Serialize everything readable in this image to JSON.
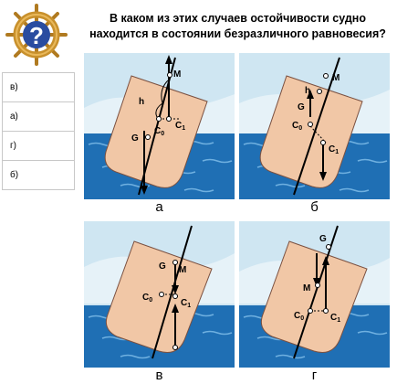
{
  "question": {
    "line1": "В каком из этих случаев остойчивости судно",
    "line2": "находится в состоянии безразличного равновесия?"
  },
  "answers": [
    {
      "label": "в)"
    },
    {
      "label": "а)"
    },
    {
      "label": "г)"
    },
    {
      "label": "б)"
    }
  ],
  "panels": [
    {
      "label": "а",
      "points": {
        "M": "M",
        "h": "h",
        "C0": "C",
        "C0_sub": "0",
        "C1": "C",
        "C1_sub": "1",
        "G": "G"
      }
    },
    {
      "label": "б",
      "points": {
        "M": "M",
        "h": "h",
        "C0": "C",
        "C0_sub": "0",
        "C1": "C",
        "C1_sub": "1",
        "G": "G"
      }
    },
    {
      "label": "в",
      "points": {
        "G": "G",
        "M": "M",
        "C0": "C",
        "C0_sub": "0",
        "C1": "C",
        "C1_sub": "1"
      }
    },
    {
      "label": "г",
      "points": {
        "G": "G",
        "M": "M",
        "C0": "C",
        "C0_sub": "0",
        "C1": "C",
        "C1_sub": "1"
      }
    }
  ],
  "colors": {
    "sky": "#cfe6f2",
    "water": "#1f6fb4",
    "hull": "#f1c7a6",
    "hull_stroke": "#7a5040"
  }
}
